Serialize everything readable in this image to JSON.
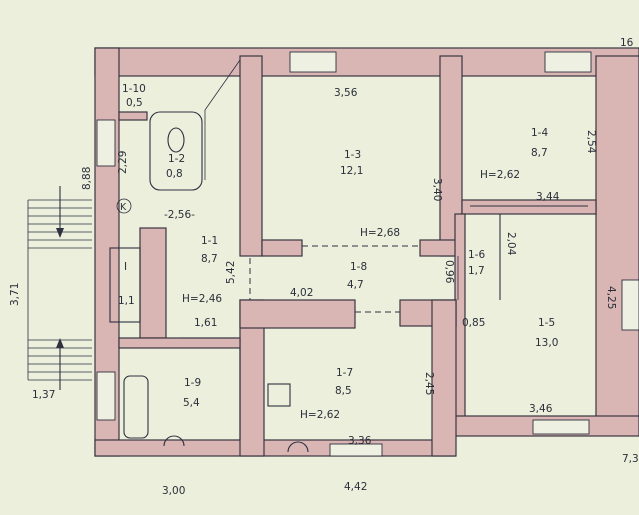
{
  "rooms": [
    {
      "id": "1-1",
      "label": "1-1",
      "area": "8,7"
    },
    {
      "id": "1-2",
      "label": "1-2",
      "area": "0,8"
    },
    {
      "id": "1-3",
      "label": "1-3",
      "area": "12,1"
    },
    {
      "id": "1-4",
      "label": "1-4",
      "area": "8,7"
    },
    {
      "id": "1-5",
      "label": "1-5",
      "area": "13,0"
    },
    {
      "id": "1-6",
      "label": "1-6",
      "area": "1,7"
    },
    {
      "id": "1-7",
      "label": "1-7",
      "area": "8,5"
    },
    {
      "id": "1-8",
      "label": "1-8",
      "area": "4,7"
    },
    {
      "id": "1-9",
      "label": "1-9",
      "area": "5,4"
    },
    {
      "id": "1-10",
      "label": "1-10",
      "area": "0,5"
    },
    {
      "id": "stair",
      "label": "I",
      "area": "1,1"
    }
  ],
  "heights": [
    "H=2,68",
    "H=2,62",
    "H=2,62",
    "H=2,46"
  ],
  "dimensions": [
    "3,56",
    "3,40",
    "2,54",
    "3,44",
    "2,04",
    "4,25",
    "0,96",
    "0,85",
    "3,46",
    "7,3",
    "16",
    "4,02",
    "1,61",
    "2,45",
    "3,36",
    "4,42",
    "3,00",
    "2,29",
    "8,88",
    "3,71",
    "1,37",
    "5,42"
  ],
  "markers": {
    "level": "-2,56-",
    "k_symbol": "K"
  }
}
